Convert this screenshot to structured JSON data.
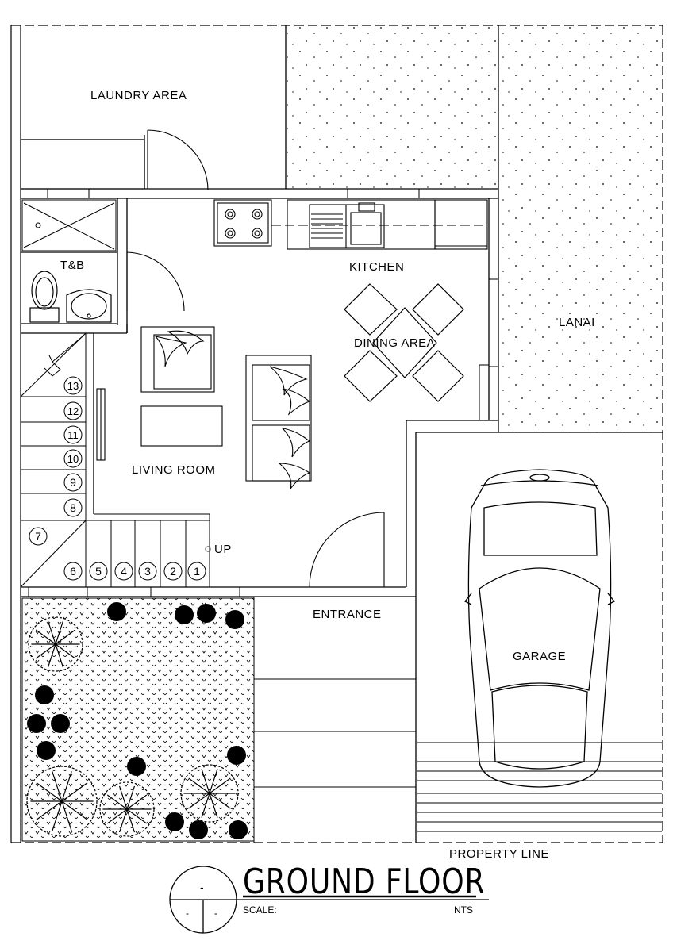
{
  "rooms": {
    "laundry": "LAUNDRY AREA",
    "tb": "T&B",
    "kitchen": "KITCHEN",
    "dining": "DINING AREA",
    "lanai": "LANAI",
    "living": "LIVING ROOM",
    "entrance": "ENTRANCE",
    "garage": "GARAGE",
    "up": "UP"
  },
  "stair_numbers": [
    "1",
    "2",
    "3",
    "4",
    "5",
    "6",
    "7",
    "8",
    "9",
    "10",
    "11",
    "12",
    "13"
  ],
  "property_line": "PROPERTY LINE",
  "title": {
    "text": "GROUND FLOOR",
    "scale_label": "SCALE:",
    "scale_value": "NTS",
    "symbol_top": "-",
    "symbol_left": "-",
    "symbol_right": "-"
  }
}
